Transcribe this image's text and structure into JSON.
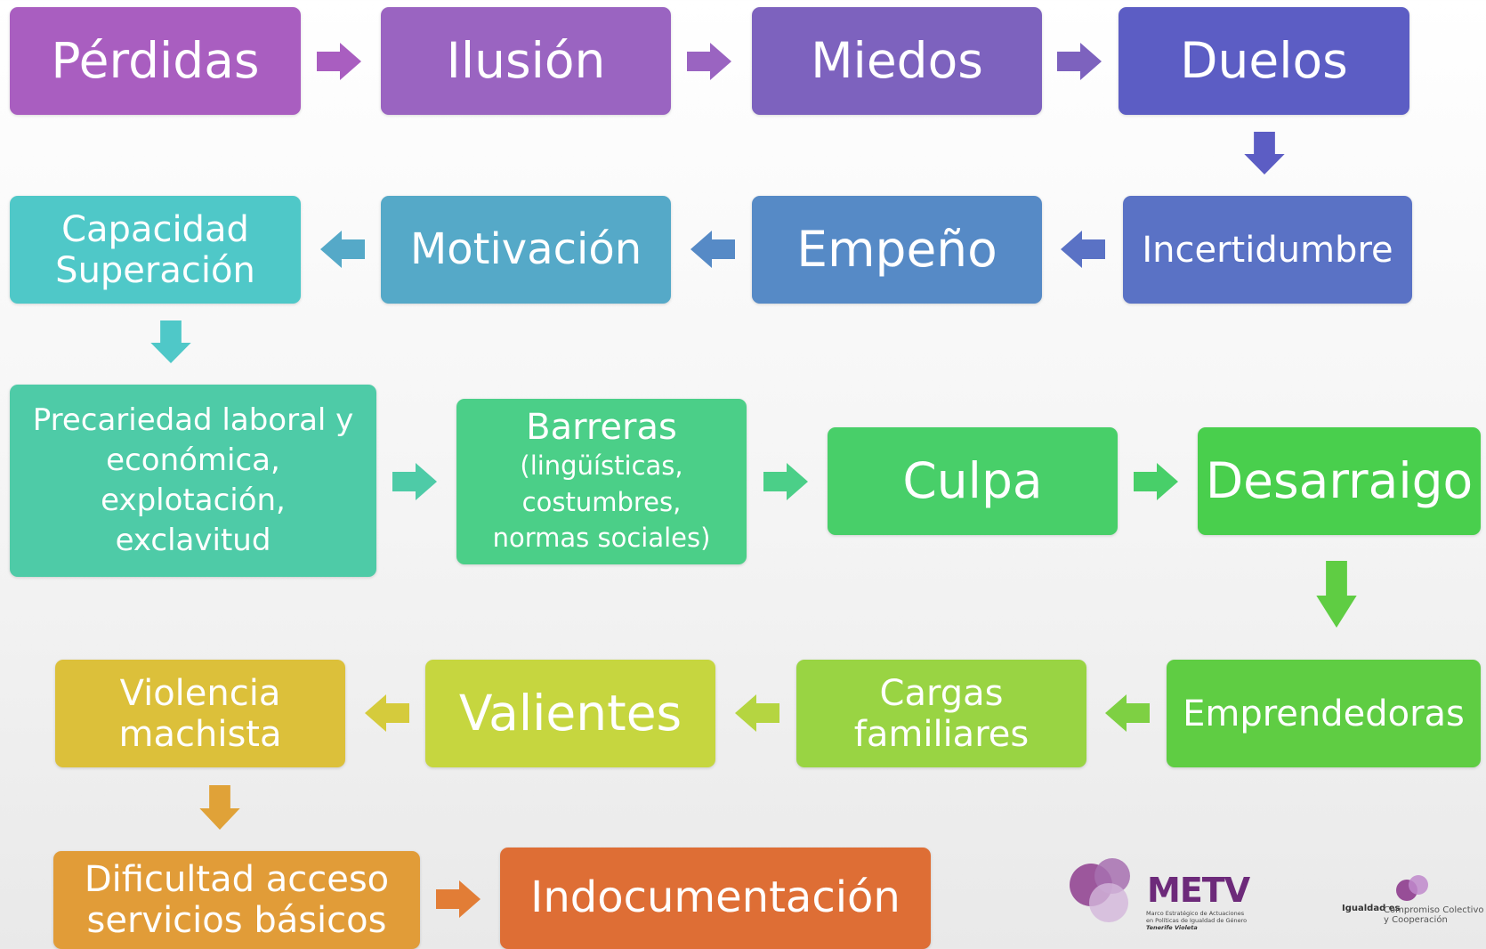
{
  "nodes": [
    {
      "id": "perdidas",
      "text": "Pérdidas",
      "color": "#A95EC0"
    },
    {
      "id": "ilusion",
      "text": "Ilusión",
      "color": "#9A64C1"
    },
    {
      "id": "miedos",
      "text": "Miedos",
      "color": "#7D62BE"
    },
    {
      "id": "duelos",
      "text": "Duelos",
      "color": "#5C5DC4"
    },
    {
      "id": "incertidumbre",
      "text": "Incertidumbre",
      "color": "#5A72C5"
    },
    {
      "id": "empeno",
      "text": "Empeño",
      "color": "#568AC6"
    },
    {
      "id": "motivacion",
      "text": "Motivación",
      "color": "#55A9C8"
    },
    {
      "id": "capacidad",
      "text": "Capacidad\nSuperación",
      "color": "#4FC8C8"
    },
    {
      "id": "precariedad",
      "text": "Precariedad laboral y\neconómica,\nexplotación,\nexclavitud",
      "color": "#4ECBA7"
    },
    {
      "id": "barreras",
      "text": "Barreras",
      "subtext": "(lingüísticas,\ncostumbres,\nnormas sociales)",
      "color": "#4BCF88"
    },
    {
      "id": "culpa",
      "text": "Culpa",
      "color": "#48CF69"
    },
    {
      "id": "desarraigo",
      "text": "Desarraigo",
      "color": "#49CF4D"
    },
    {
      "id": "emprendedoras",
      "text": "Emprendedoras",
      "color": "#5FCD43"
    },
    {
      "id": "cargas",
      "text": "Cargas\nfamiliares",
      "color": "#99D443"
    },
    {
      "id": "valientes",
      "text": "Valientes",
      "color": "#C6D63F"
    },
    {
      "id": "violencia",
      "text": "Violencia\nmachista",
      "color": "#DCC03A"
    },
    {
      "id": "dificultad",
      "text": "Dificultad acceso\nservicios básicos",
      "color": "#E19C38"
    },
    {
      "id": "indocumentacion",
      "text": "Indocumentación",
      "color": "#DE6E35"
    }
  ],
  "flow": [
    [
      "perdidas",
      "ilusion"
    ],
    [
      "ilusion",
      "miedos"
    ],
    [
      "miedos",
      "duelos"
    ],
    [
      "duelos",
      "incertidumbre"
    ],
    [
      "incertidumbre",
      "empeno"
    ],
    [
      "empeno",
      "motivacion"
    ],
    [
      "motivacion",
      "capacidad"
    ],
    [
      "capacidad",
      "precariedad"
    ],
    [
      "precariedad",
      "barreras"
    ],
    [
      "barreras",
      "culpa"
    ],
    [
      "culpa",
      "desarraigo"
    ],
    [
      "desarraigo",
      "emprendedoras"
    ],
    [
      "emprendedoras",
      "cargas"
    ],
    [
      "cargas",
      "valientes"
    ],
    [
      "valientes",
      "violencia"
    ],
    [
      "violencia",
      "dificultad"
    ],
    [
      "dificultad",
      "indocumentacion"
    ]
  ],
  "arrows": [
    {
      "id": "a1",
      "dir": "right",
      "color": "#A95EC0"
    },
    {
      "id": "a2",
      "dir": "right",
      "color": "#9A64C1"
    },
    {
      "id": "a3",
      "dir": "right",
      "color": "#7D62BE"
    },
    {
      "id": "a4",
      "dir": "down",
      "color": "#5C5DC4"
    },
    {
      "id": "a5",
      "dir": "left",
      "color": "#5A72C5"
    },
    {
      "id": "a6",
      "dir": "left",
      "color": "#568AC6"
    },
    {
      "id": "a7",
      "dir": "left",
      "color": "#55A9C8"
    },
    {
      "id": "a8",
      "dir": "down",
      "color": "#4FC8C8"
    },
    {
      "id": "a9",
      "dir": "right",
      "color": "#4ECBA7"
    },
    {
      "id": "a10",
      "dir": "right",
      "color": "#4BCF88"
    },
    {
      "id": "a11",
      "dir": "right",
      "color": "#48CF69"
    },
    {
      "id": "a12",
      "dir": "down",
      "color": "#5FCD43"
    },
    {
      "id": "a13",
      "dir": "left",
      "color": "#7ED043"
    },
    {
      "id": "a14",
      "dir": "left",
      "color": "#B5D541"
    },
    {
      "id": "a15",
      "dir": "left",
      "color": "#D5CB3C"
    },
    {
      "id": "a16",
      "dir": "down",
      "color": "#E0A238"
    },
    {
      "id": "a17",
      "dir": "right",
      "color": "#E27D36"
    }
  ],
  "logos": {
    "metv": {
      "word": "METV",
      "subtitle": "Marco Estratégico de Actuaciones\nen Políticas de Igualdad de Género",
      "tagline": "Tenerife Violeta",
      "colors": [
        "#8E3D8E",
        "#A770B0",
        "#D3B7DB"
      ]
    },
    "igualdad": {
      "text_a": "Igualdad es",
      "text_b": "Compromiso Colectivo\ny Cooperación",
      "colors": [
        "#8E3D8E",
        "#C08ACB"
      ]
    }
  }
}
